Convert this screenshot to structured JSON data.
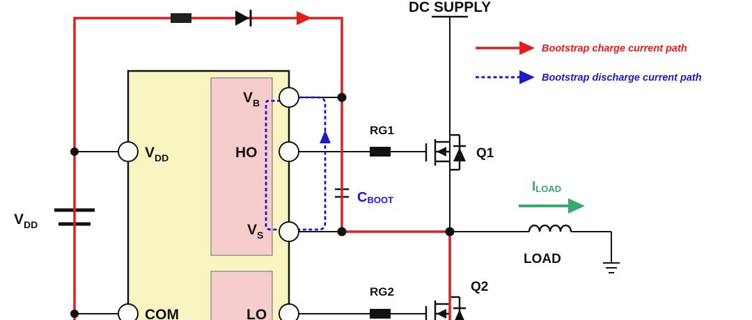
{
  "supply_label": "DC SUPPLY",
  "legend": {
    "charge": {
      "label": "Bootstrap charge current path",
      "color": "#e51c1c"
    },
    "discharge": {
      "label": "Bootstrap discharge current path",
      "color": "#1a1acc"
    }
  },
  "pins": {
    "vdd": {
      "main": "V",
      "sub": "DD"
    },
    "com": {
      "main": "COM"
    },
    "vb": {
      "main": "V",
      "sub": "B"
    },
    "ho": {
      "main": "HO"
    },
    "vs": {
      "main": "V",
      "sub": "S"
    },
    "lo": {
      "main": "LO"
    }
  },
  "components": {
    "rg1": "RG1",
    "rg2": "RG2",
    "q1": "Q1",
    "q2": "Q2",
    "cboot": {
      "main": "C",
      "sub": "BOOT"
    },
    "load": "LOAD",
    "iload": {
      "main": "I",
      "sub": "LOAD"
    },
    "battery": {
      "main": "V",
      "sub": "DD"
    }
  },
  "colors": {
    "ic_body": "#f8f5c2",
    "ic_driver": "#f6cccc",
    "wire": "#111111",
    "iload": "#3aa86b"
  }
}
